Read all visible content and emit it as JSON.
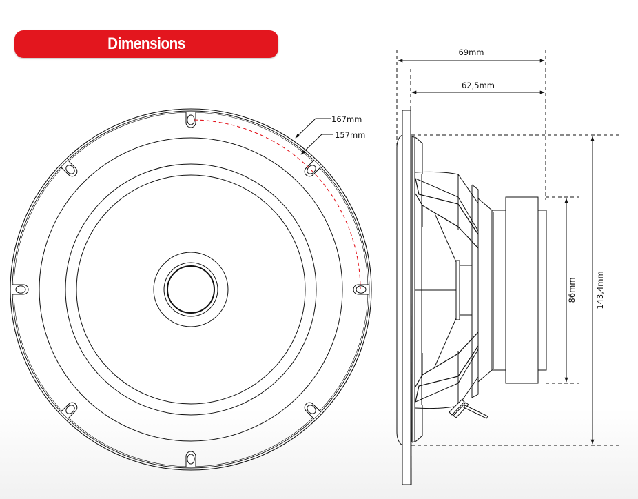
{
  "header": {
    "title": "Dimensions",
    "accent_color": "#e3161e"
  },
  "front_view": {
    "labels": {
      "outer_diameter": "167mm",
      "mount_hole_diameter": "157mm"
    },
    "mount_holes_count": 8,
    "hole_circle_color": "#e3161e"
  },
  "side_view": {
    "labels": {
      "total_depth": "69mm",
      "mount_depth": "62,5mm",
      "magnet_diameter": "86mm",
      "cutout_diameter": "143,4mm"
    }
  }
}
